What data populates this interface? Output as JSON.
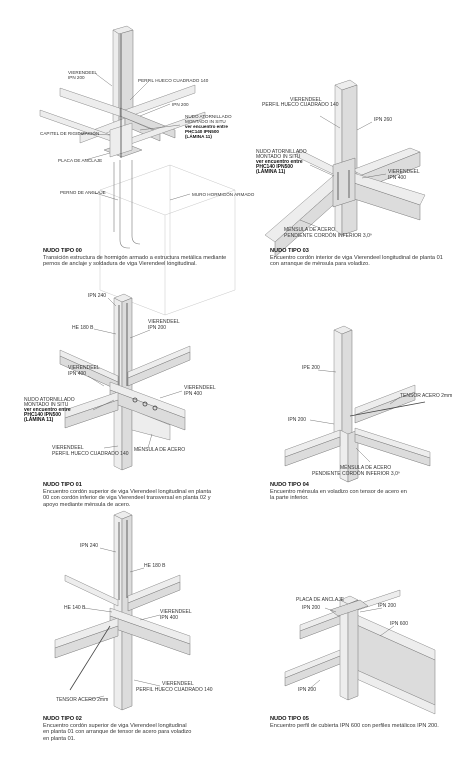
{
  "captions": [
    {
      "title": "NUDO TIPO 00",
      "text": "Transición estructura de hormigón armado a estructura metálica mediante pernos de anclaje y soldadura de viga Vierendeel longitudinal."
    },
    {
      "title": "NUDO TIPO 03",
      "text": "Encuentro cordón interior de viga Vierendeel longitudinal de planta 01 con arranque de ménsula para voladizo."
    },
    {
      "title": "NUDO TIPO 01",
      "text": "Encuentro cordón superior de viga Vierendeel longitudinal en planta 00 con cordón inferior de viga Vierendeel transversal en planta 02 y apoyo mediante ménsula de acero."
    },
    {
      "title": "NUDO TIPO 04",
      "text": "Encuentro ménsula en voladizo con tensor de acero en la parte inferior."
    },
    {
      "title": "NUDO TIPO 02",
      "text": "Encuentro cordón superior de viga Vierendeel longitudinal en planta 01 con arranque de tensor de acero para voladizo en planta 01."
    },
    {
      "title": "NUDO TIPO 05",
      "text": "Encuentro perfil de cubierta IPN 600 con perfiles metálicos IPN 200."
    }
  ],
  "labels": {
    "n00": {
      "vierendeel": "VIERENDEEL",
      "ipn200": "IPN 200",
      "perfil": "PERFIL HUECO CUADRADO 140",
      "ipn": "IPN 200",
      "nudo1": "NUDO ATORNILLADO",
      "nudo2": "MONTADO IN SITU",
      "nudo3": "ver encuentro entre",
      "nudo4": "PHC140 IPN500",
      "nudo5": "(LÁMINA 11)",
      "capitel": "CAPITEL DE RIGIDIZACIÓN",
      "placa": "PLACA DE ANCLAJE",
      "pernos": "PERNO DE ANCLAJE",
      "muro": "MURO HORMIGÓN ARMADO"
    },
    "n03": {
      "vierendeel": "VIERENDEEL",
      "perfil": "PERFIL HUECO CUADRADO 140",
      "ipn260": "IPN 260",
      "nudo1": "NUDO ATORNILLADO",
      "nudo2": "MONTADO IN SITU",
      "nudo3": "ver encuentro entre",
      "nudo4": "PHC140 IPN500",
      "nudo5": "(LÁMINA 11)",
      "vier2": "VIERENDEEL",
      "ipn400": "IPN 400",
      "mensula1": "MÉNSULA DE ACERO",
      "mensula2": "PENDIENTE CORDÓN INFERIOR 3,0º"
    },
    "n01": {
      "ipn240": "IPN 240",
      "he180": "HE 180 B",
      "vier1": "VIERENDEEL",
      "ipn200": "IPN 200",
      "vier2": "VIERENDEEL",
      "ipn400": "IPN 400",
      "vier3": "VIERENDEEL",
      "ipn400b": "IPN 400",
      "nudo1": "NUDO ATORNILLADO",
      "nudo2": "MONTADO IN SITU",
      "nudo3": "ver encuentro entre",
      "nudo4": "PHC140 IPN500",
      "nudo5": "(LÁMINA 11)",
      "vier4": "VIERENDEEL",
      "perfil": "PERFIL HUECO CUADRADO 140",
      "mensula": "MÉNSULA DE ACERO"
    },
    "n04": {
      "ipe200": "IPE 200",
      "tensor": "TENSOR ACERO 2mm",
      "ipn200": "IPN 200",
      "mensula1": "MÉNSULA DE ACERO",
      "mensula2": "PENDIENTE CORDÓN INFERIOR 3,0º"
    },
    "n02": {
      "ipn240": "IPN 240",
      "he180": "HE 180 B",
      "he140": "HE 140 B",
      "vier1": "VIERENDEEL",
      "ipn400": "IPN 400",
      "tensor": "TENSOR ACERO 2mm",
      "vier2": "VIERENDEEL",
      "perfil": "PERFIL HUECO CUADRADO 140"
    },
    "n05": {
      "placa": "PLACA DE ANCLAJE",
      "ipn200a": "IPN 200",
      "ipn200b": "IPN 200",
      "ipn600": "IPN 600",
      "ipn200c": "IPN 200"
    }
  }
}
